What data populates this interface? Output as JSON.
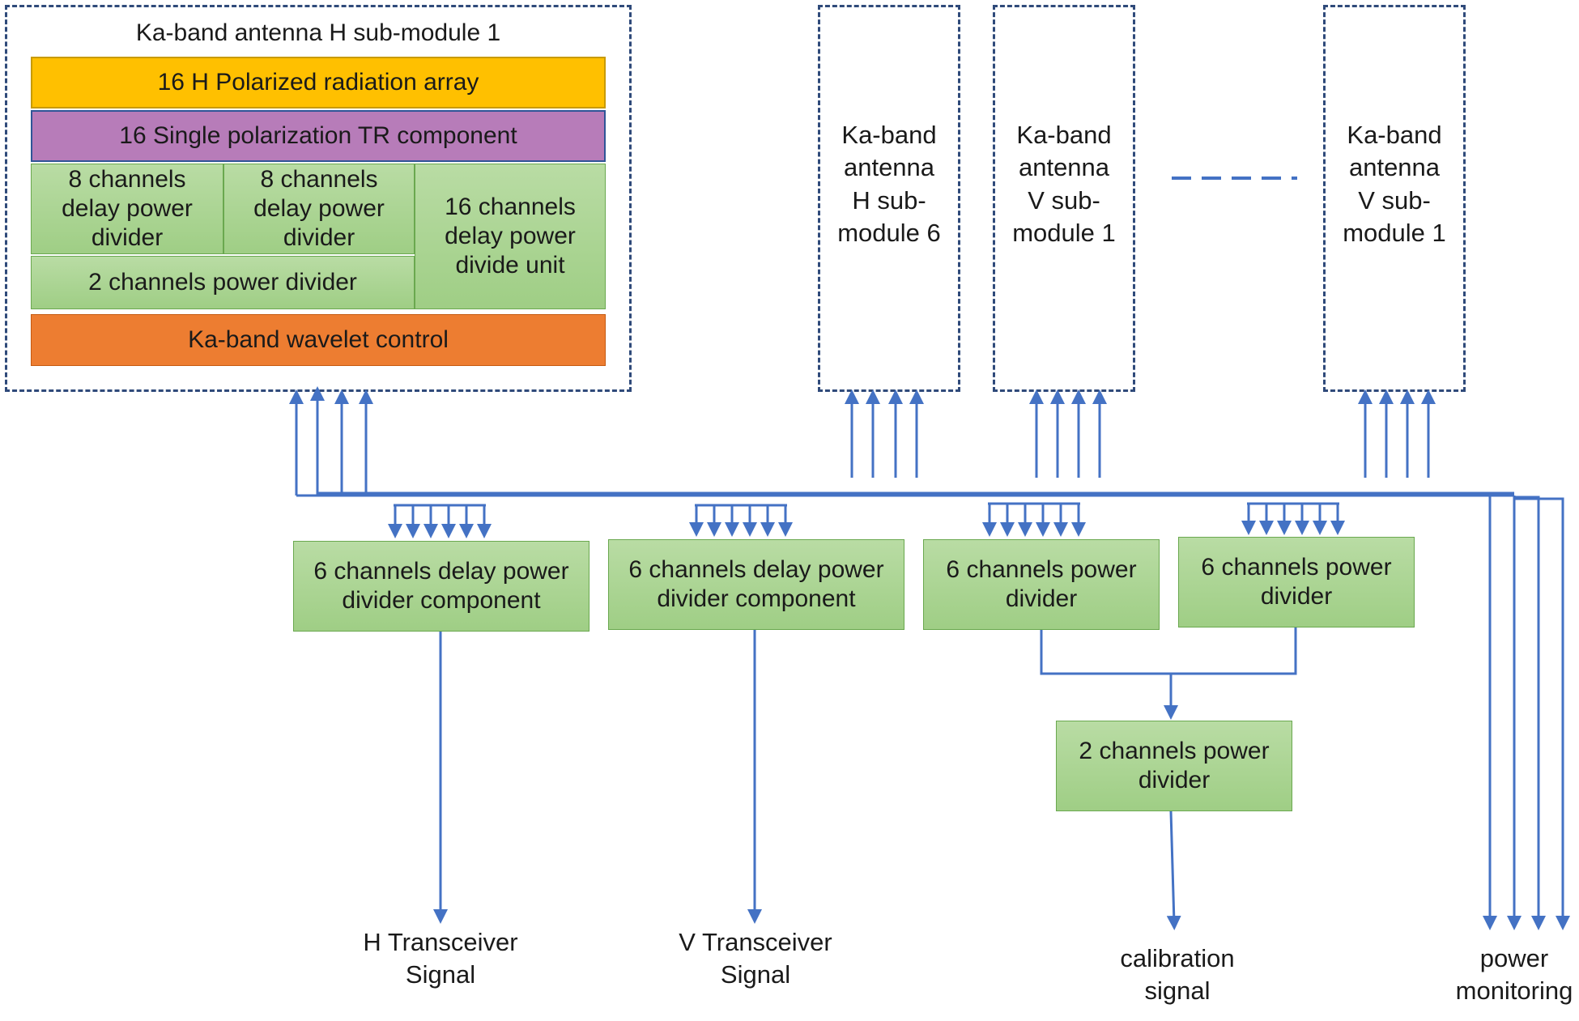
{
  "module_h1": {
    "title": "Ka-band antenna H sub-module 1",
    "radiation_array": "16 H Polarized radiation array",
    "tr_component": "16 Single polarization TR component",
    "delay_divider_a": "8 channels delay power divider",
    "delay_divider_b": "8 channels delay power divider",
    "delay_unit_16": "16 channels delay power divide unit",
    "power_divider_2": "2 channels power divider",
    "wavelet_control": "Ka-band wavelet control"
  },
  "submodules": [
    {
      "label": "Ka-band antenna H sub-module 6"
    },
    {
      "label": "Ka-band antenna V sub-module 1"
    },
    {
      "label": "Ka-band antenna V sub-module 1"
    }
  ],
  "components": {
    "h_delay_component": "6 channels delay power divider component",
    "v_delay_component": "6 channels delay power divider component",
    "power_divider_6a": "6 channels power divider",
    "power_divider_6b": "6 channels power divider",
    "power_divider_2ch": "2 channels power divider"
  },
  "outputs": {
    "h_signal": "H Transceiver Signal",
    "v_signal": "V Transceiver Signal",
    "calibration": "calibration signal",
    "power_monitoring": "power monitoring"
  },
  "colors": {
    "array_yellow": "#ffc000",
    "tr_purple": "#b77cb9",
    "wavelet_orange": "#ed7d31",
    "green_fill": "#a9d18e",
    "line_blue": "#4472c4",
    "dash_navy": "#2f4a7a"
  }
}
